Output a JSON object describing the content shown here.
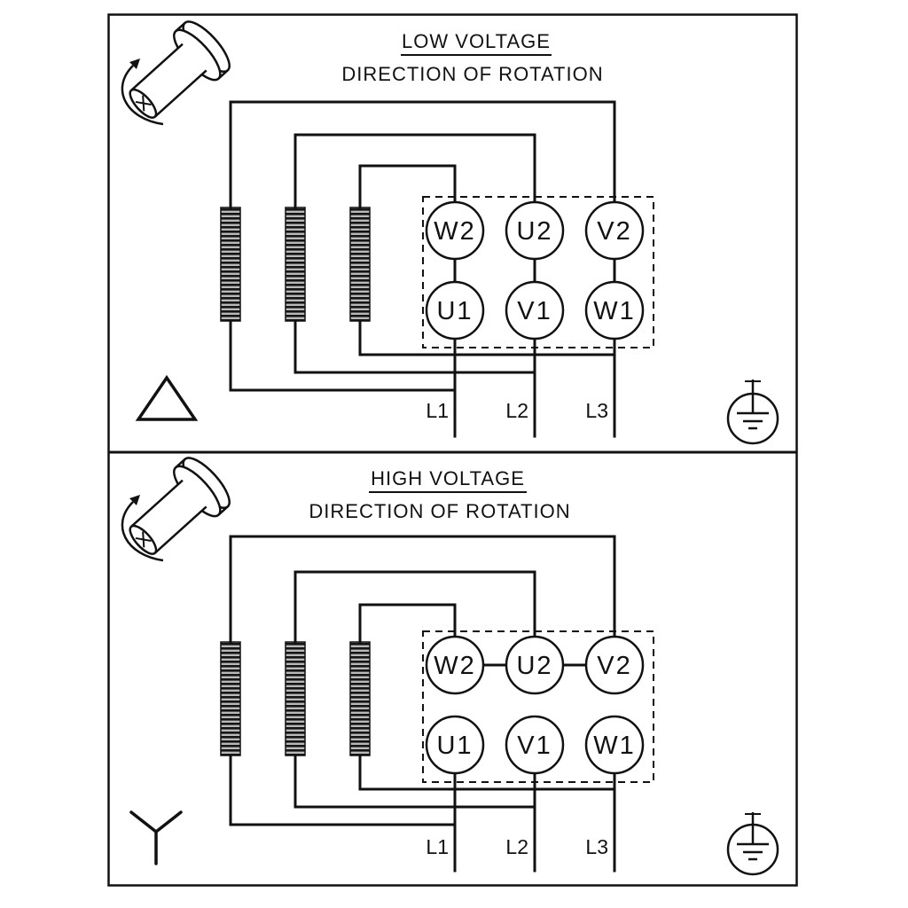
{
  "diagram": {
    "panels": [
      {
        "title": "LOW VOLTAGE",
        "subtitle": "DIRECTION OF ROTATION",
        "winding_connection": "delta",
        "terminals_top": [
          "W2",
          "U2",
          "V2"
        ],
        "terminals_bottom": [
          "U1",
          "V1",
          "W1"
        ],
        "supply_lines": [
          "L1",
          "L2",
          "L3"
        ]
      },
      {
        "title": "HIGH VOLTAGE",
        "subtitle": "DIRECTION OF ROTATION",
        "winding_connection": "star",
        "terminals_top": [
          "W2",
          "U2",
          "V2"
        ],
        "terminals_bottom": [
          "U1",
          "V1",
          "W1"
        ],
        "supply_lines": [
          "L1",
          "L2",
          "L3"
        ]
      }
    ],
    "icons": {
      "motor": "shaft-cylinder",
      "rotation": "curved-arrow",
      "low_voltage_connection": "delta-triangle",
      "high_voltage_connection": "star-y",
      "ground": "earth-in-circle"
    },
    "colors": {
      "ink": "#111111",
      "paper": "#ffffff"
    }
  }
}
